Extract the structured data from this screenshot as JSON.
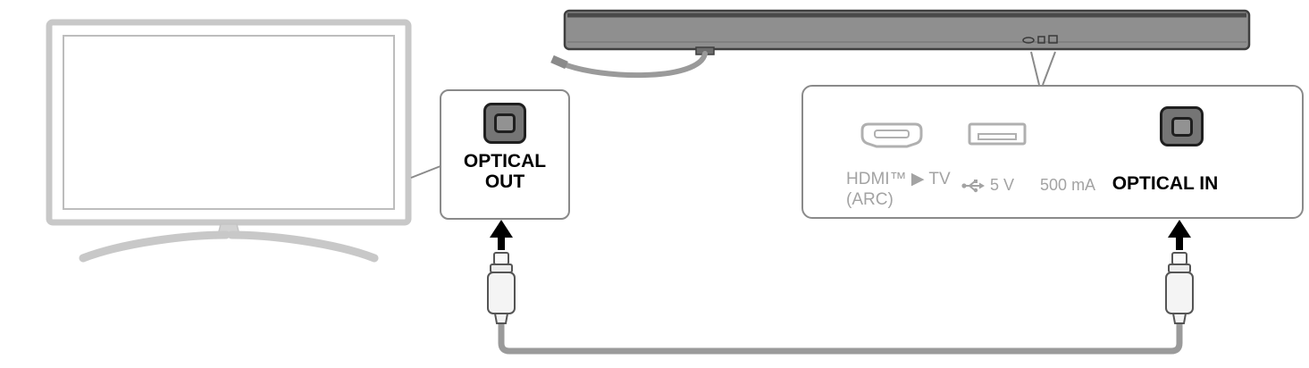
{
  "diagram": {
    "tv_callout": {
      "label_line1": "OPTICAL",
      "label_line2": "OUT"
    },
    "soundbar_callout": {
      "hdmi_label_line1": "HDMI™ ▶ TV",
      "hdmi_label_line2": "(ARC)",
      "usb_voltage": "5 V",
      "usb_current": "500 mA",
      "optical_label": "OPTICAL IN"
    },
    "icons": {
      "optical_port": "optical-port-icon",
      "hdmi_port": "hdmi-port-icon",
      "usb_port": "usb-port-icon",
      "usb_trident": "usb-trident-icon",
      "dc_symbol": "dc-symbol-icon",
      "up_arrow": "up-arrow-icon"
    },
    "colors": {
      "soundbar_gray": "#8f8f8f",
      "tv_outline_gray": "#c8c8c8",
      "muted_text_gray": "#a3a3a3",
      "label_black": "#000000",
      "cable_gray": "#9a9a9a",
      "callout_border_gray": "#8a8a8a"
    }
  }
}
